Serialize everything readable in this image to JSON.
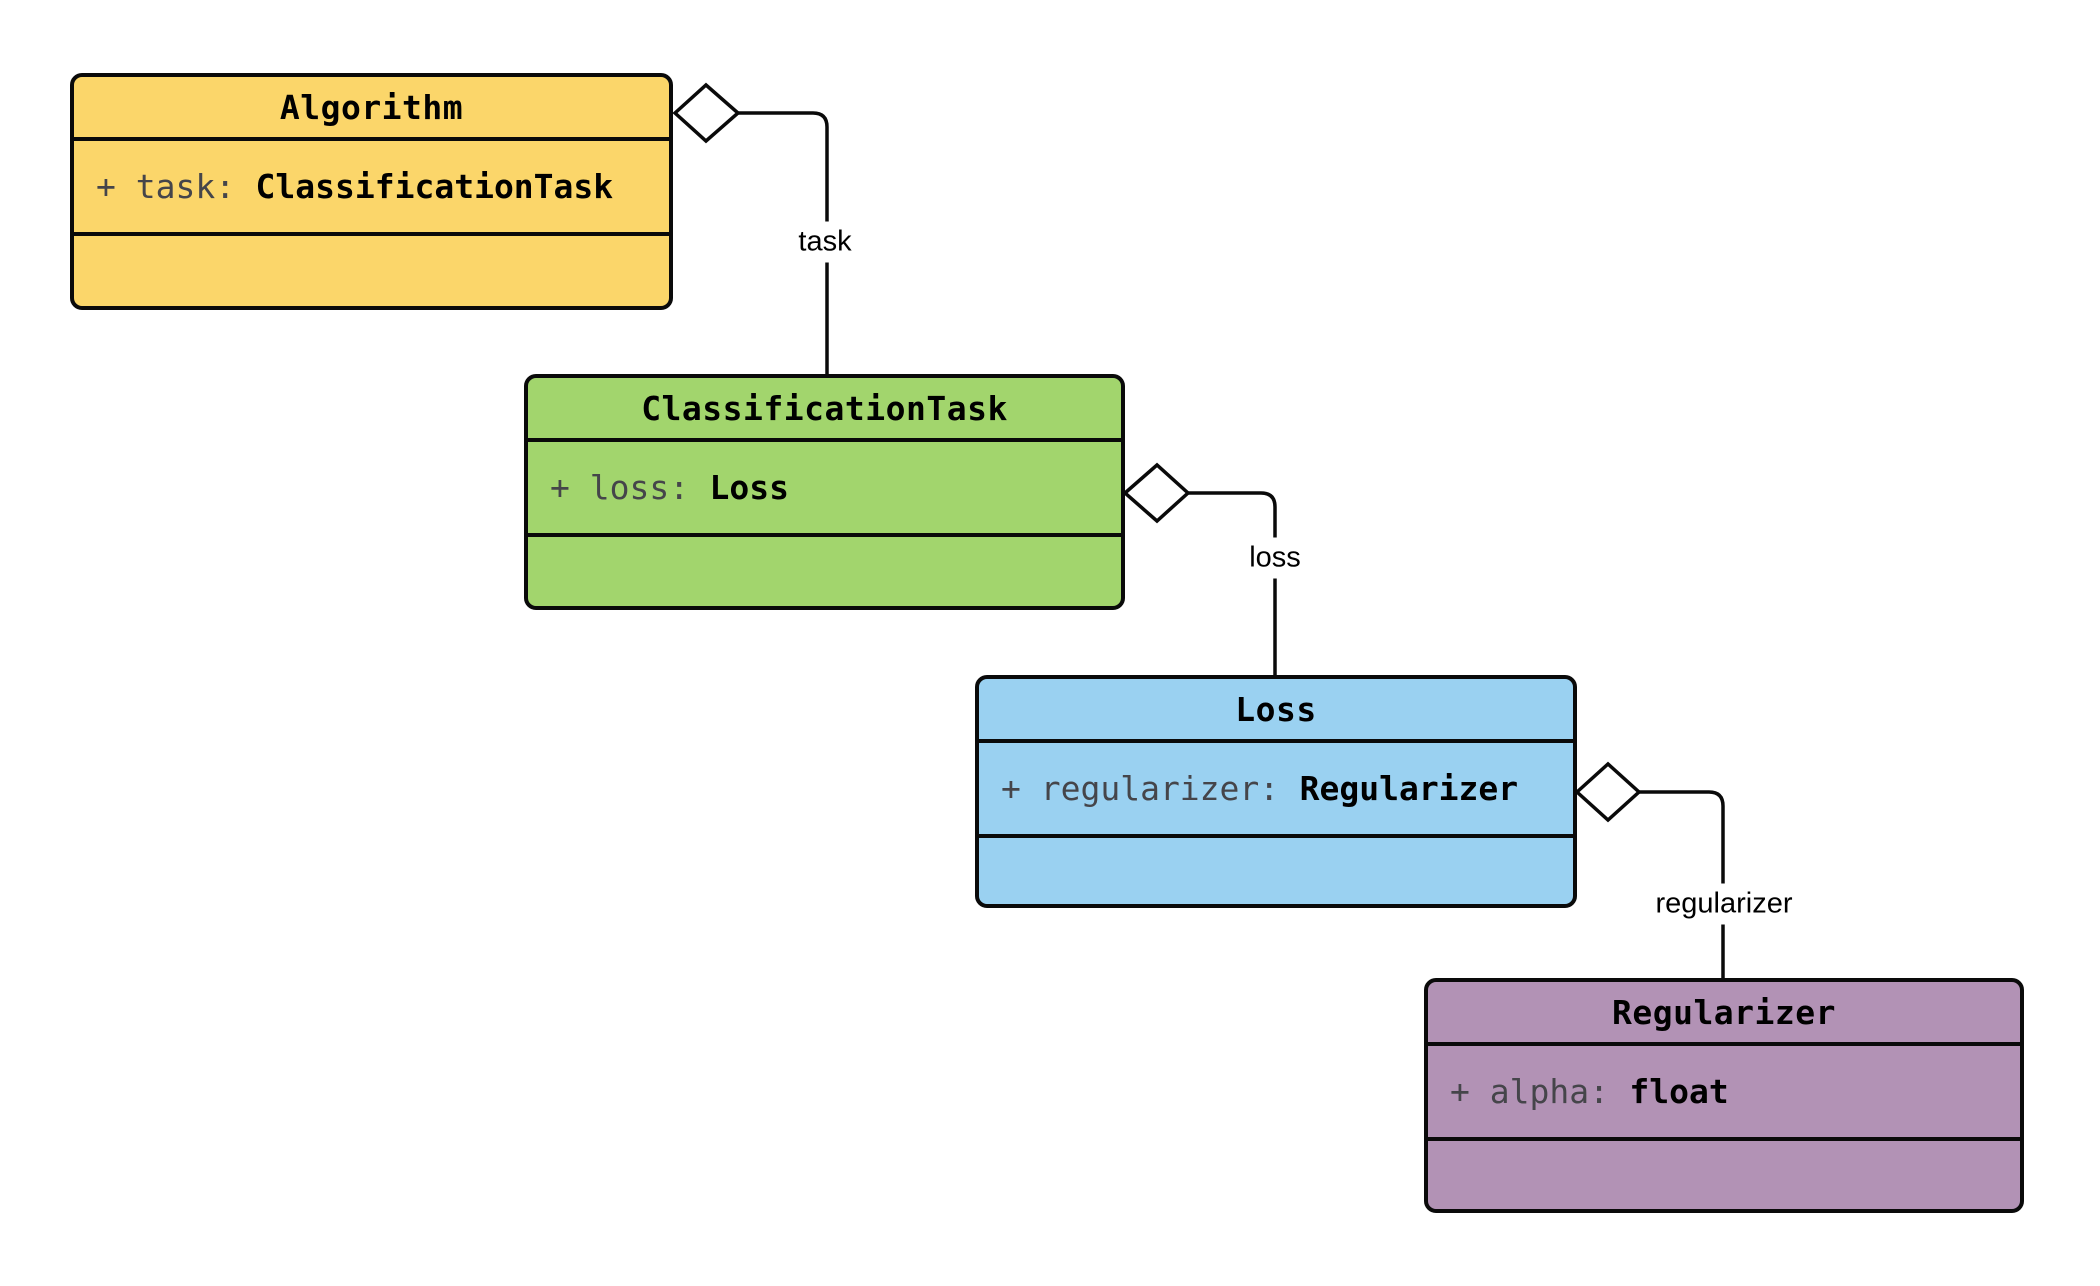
{
  "diagram": {
    "kind": "uml-class-diagram",
    "background": "#ffffff",
    "border_color": "#0a0a0a",
    "attribute_name_color": "#45454a",
    "attribute_type_color": "#000000",
    "edge_label_background": "#ffffff"
  },
  "classes": [
    {
      "name": "Algorithm",
      "fill": "#FBD66A",
      "fill_style": "background-color:#FBD66A",
      "attribute": {
        "prefix": "+ task:",
        "type": "ClassificationTask"
      }
    },
    {
      "name": "ClassificationTask",
      "fill": "#A2D56D",
      "fill_style": "background-color:#A2D56D",
      "attribute": {
        "prefix": "+ loss:",
        "type": "Loss"
      }
    },
    {
      "name": "Loss",
      "fill": "#9AD1F1",
      "fill_style": "background-color:#9AD1F1",
      "attribute": {
        "prefix": "+ regularizer:",
        "type": "Regularizer"
      }
    },
    {
      "name": "Regularizer",
      "fill": "#B292B5",
      "fill_style": "background-color:#B292B5",
      "attribute": {
        "prefix": "+ alpha:",
        "type": "float"
      }
    }
  ],
  "relations": [
    {
      "label": "task",
      "from": "Algorithm",
      "to": "ClassificationTask",
      "kind": "aggregation"
    },
    {
      "label": "loss",
      "from": "ClassificationTask",
      "to": "Loss",
      "kind": "aggregation"
    },
    {
      "label": "regularizer",
      "from": "Loss",
      "to": "Regularizer",
      "kind": "aggregation"
    }
  ]
}
